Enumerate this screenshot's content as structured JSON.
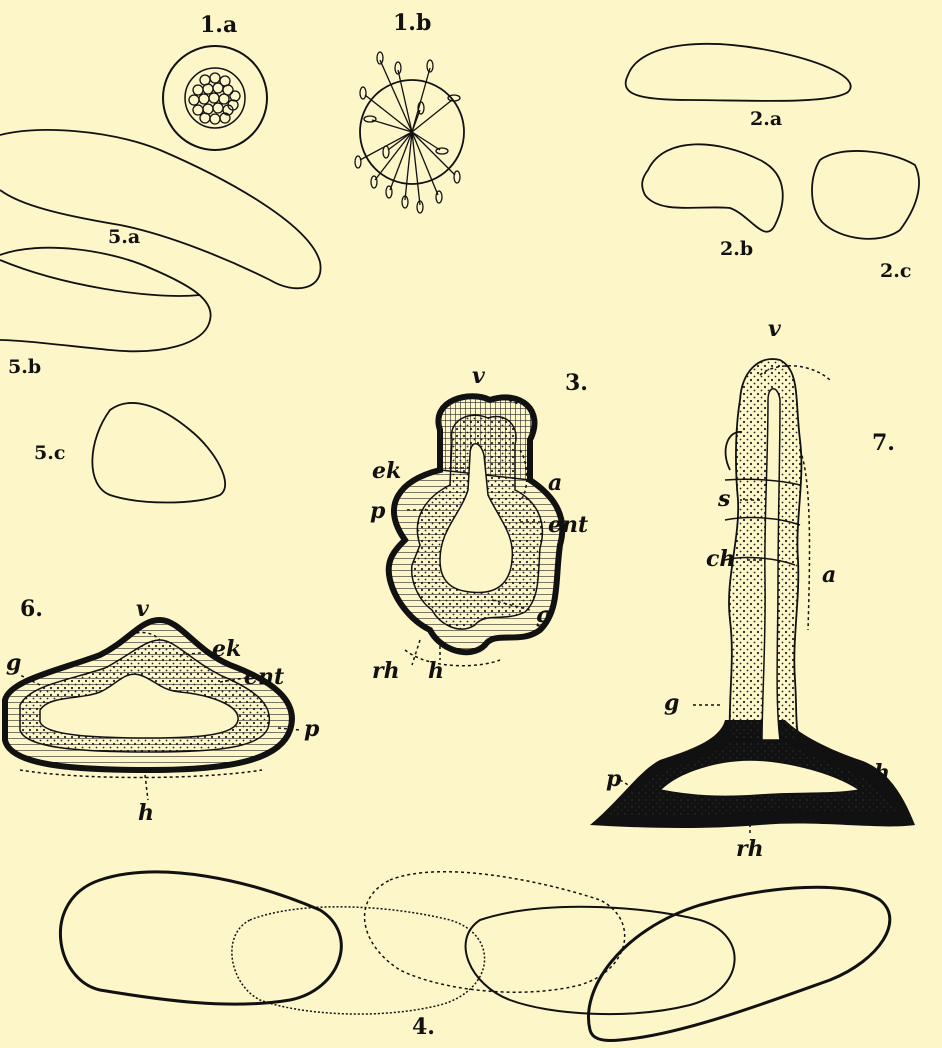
{
  "figure_labels": {
    "fig1a": "1.a",
    "fig1b": "1.b",
    "fig2a": "2.a",
    "fig2b": "2.b",
    "fig2c": "2.c",
    "fig3": "3.",
    "fig4": "4.",
    "fig5a": "5.a",
    "fig5b": "5.b",
    "fig5c": "5.c",
    "fig6": "6.",
    "fig7": "7."
  },
  "fig3_labels": {
    "v": "v",
    "ek": "ek",
    "a": "a",
    "p": "p",
    "ent": "ent",
    "g": "g",
    "rh": "rh",
    "h": "h"
  },
  "fig6_labels": {
    "v": "v",
    "ek": "ek",
    "g": "g",
    "ent": "ent",
    "p": "p",
    "h": "h"
  },
  "fig7_labels": {
    "v": "v",
    "s": "s",
    "ch": "ch",
    "a": "a",
    "g": "g",
    "p": "p",
    "h": "h",
    "rh": "rh"
  },
  "colors": {
    "paper": "#fdf6c9",
    "ink": "#111111"
  }
}
